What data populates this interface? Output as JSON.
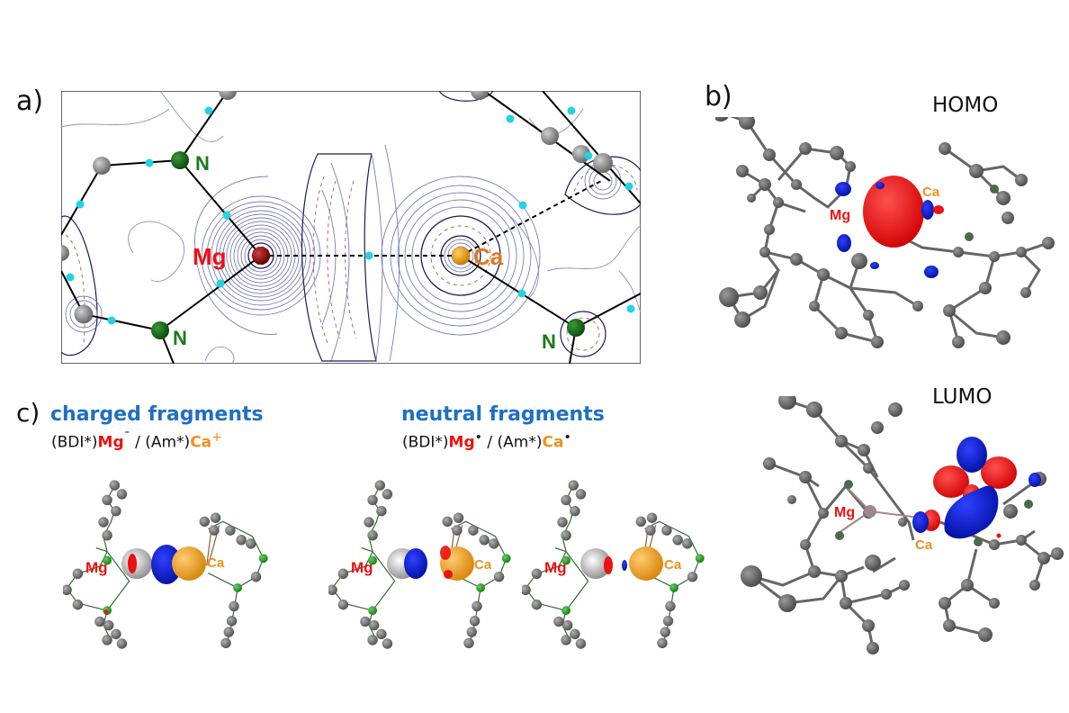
{
  "figure": {
    "panel_a": {
      "label": "a)",
      "atoms": {
        "mg": "Mg",
        "ca": "Ca",
        "n_top": "N",
        "n_bottom_left": "N",
        "n_bottom_right": "N"
      },
      "colors": {
        "contour_positive": "#6b6fa8",
        "contour_negative": "#a0605a",
        "bond_path": "#000000",
        "bcp": "#22d3e0",
        "n_atom": "#1a6a1a",
        "mg_atom": "#a01010",
        "ca_atom": "#f0a010",
        "c_atom": "#808080"
      }
    },
    "panel_b": {
      "label": "b)",
      "homo": {
        "title": "HOMO",
        "mg": "Mg",
        "ca": "Ca"
      },
      "lumo": {
        "title": "LUMO",
        "mg": "Mg",
        "ca": "Ca"
      },
      "colors": {
        "lobe_positive": "#ee1111",
        "lobe_negative": "#1020d0",
        "carbon": "#6b6b6b",
        "nitrogen": "#4a6a4a"
      }
    },
    "panel_c": {
      "label": "c)",
      "charged": {
        "title": "charged fragments",
        "formula": {
          "part1": "(BDI*)",
          "mg": "Mg",
          "mg_sup": "¯",
          "sep": " / (Am*)",
          "ca": "Ca",
          "ca_sup": "+"
        },
        "mg": "Mg",
        "ca": "Ca"
      },
      "neutral": {
        "title": "neutral fragments",
        "formula": {
          "part1": "(BDI*)",
          "mg": "Mg",
          "mg_sup": "•",
          "sep": " / (Am*)",
          "ca": "Ca",
          "ca_sup": "•"
        },
        "models": [
          {
            "mg": "Mg",
            "ca": "Ca"
          },
          {
            "mg": "Mg",
            "ca": "Ca"
          }
        ]
      },
      "colors": {
        "title": "#1f6fc2",
        "mg": "#ee1111",
        "ca": "#f0901e",
        "n_atom": "#2aa02a"
      }
    }
  }
}
